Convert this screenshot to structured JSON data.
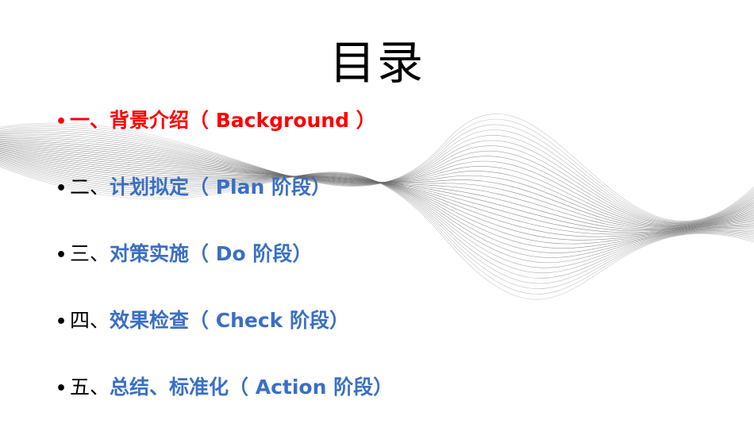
{
  "slide": {
    "title": "目录",
    "toc": [
      {
        "bullet": "•",
        "number": "一、",
        "text": "背景介绍（ Background ）",
        "active": true
      },
      {
        "bullet": "•",
        "number": "二、",
        "text": "计划拟定（ Plan 阶段）",
        "active": false
      },
      {
        "bullet": "•",
        "number": "三、",
        "text": "对策实施（ Do 阶段）",
        "active": false
      },
      {
        "bullet": "•",
        "number": "四、",
        "text": "效果检查（ Check 阶段）",
        "active": false
      },
      {
        "bullet": "•",
        "number": "五、",
        "text": "总结、标准化（ Action 阶段）",
        "active": false
      }
    ]
  },
  "colors": {
    "active": "#ff0000",
    "item_text": "#3a6fc4",
    "number_text": "#000000",
    "wave_lines": "#6b6b6b"
  }
}
